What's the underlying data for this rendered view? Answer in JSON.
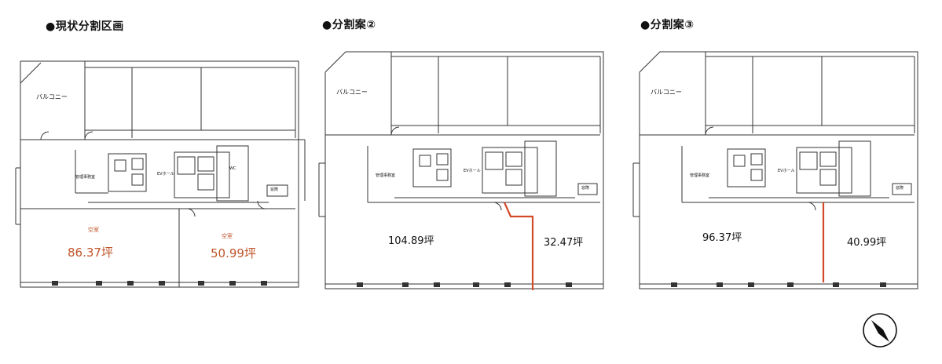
{
  "titles": {
    "current": "●現状分割区画",
    "plan2": "●分割案②",
    "plan3": "●分割案③"
  },
  "plan_current": {
    "balcony": "バルコニー",
    "room_left_label": "空室",
    "room_left_area": "86.37坪",
    "room_right_label": "空室",
    "room_right_area": "50.99坪",
    "manage_room": "管理事務室",
    "ev_hall": "EVホール",
    "wc": "WC",
    "room_tag": "窓際"
  },
  "plan2": {
    "balcony": "バルコニー",
    "area_left": "104.89坪",
    "area_right": "32.47坪",
    "manage_room": "管理事務室",
    "ev_hall": "EVホール",
    "room_tag": "窓際"
  },
  "plan3": {
    "balcony": "バルコニー",
    "area_left": "96.37坪",
    "area_right": "40.99坪",
    "manage_room": "管理事務室",
    "ev_hall": "EVホール",
    "room_tag": "窓際"
  },
  "colors": {
    "wall": "#333333",
    "partition": "#d24a2a",
    "area_red": "#c0562b"
  },
  "icons": {
    "compass": "north-arrow-icon"
  }
}
